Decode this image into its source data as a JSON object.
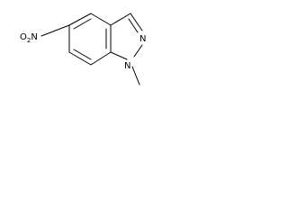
{
  "structure": {
    "substituent_label": {
      "symbol_1": "O",
      "subscript": "2",
      "symbol_2": "N"
    },
    "ring_nitrogen_top": "N",
    "ring_nitrogen_bottom": "N"
  }
}
